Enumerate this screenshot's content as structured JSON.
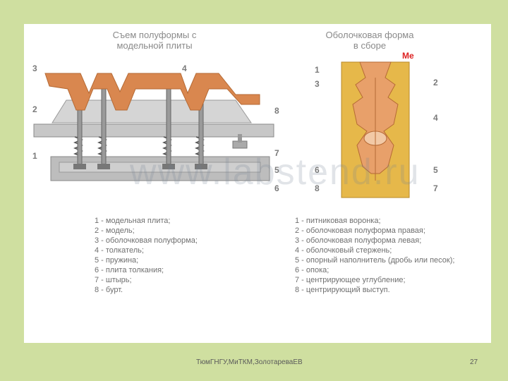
{
  "left_figure": {
    "title_line1": "Съем полуформы с",
    "title_line2": "модельной плиты",
    "callouts": [
      "3",
      "4",
      "2",
      "8",
      "1",
      "7",
      "5",
      "6"
    ],
    "legend": [
      "1 - модельная плита;",
      "2 - модель;",
      "3 - оболочковая полуформа;",
      "4 - толкатель;",
      "5 - пружина;",
      "6 - плита толкания;",
      "7 - штырь;",
      "8 - бурт."
    ]
  },
  "right_figure": {
    "title_line1": "Оболочковая форма",
    "title_line2": "в сборе",
    "metal_label": "Me",
    "callouts": [
      "1",
      "3",
      "2",
      "4",
      "6",
      "5",
      "8",
      "7"
    ],
    "legend": [
      "1 - питниковая воронка;",
      "2 - оболочковая полуформа правая;",
      "3 - оболочковая полуформа левая;",
      "4 - оболочковый стержень;",
      "5 - опорный наполнитель (дробь или песок);",
      "6 - опока;",
      "7 - центрирующее углубление;",
      "8 - центрирующий выступ."
    ]
  },
  "watermark": "www.labstend.ru",
  "footer": {
    "author": "ТюмГНГУ,МиТКМ,ЗолотареваЕВ",
    "page": "27"
  },
  "colors": {
    "background": "#cfdfa0",
    "shell": "#d9874f",
    "sand": "#e6b84a",
    "metal_label": "#dd2222"
  }
}
